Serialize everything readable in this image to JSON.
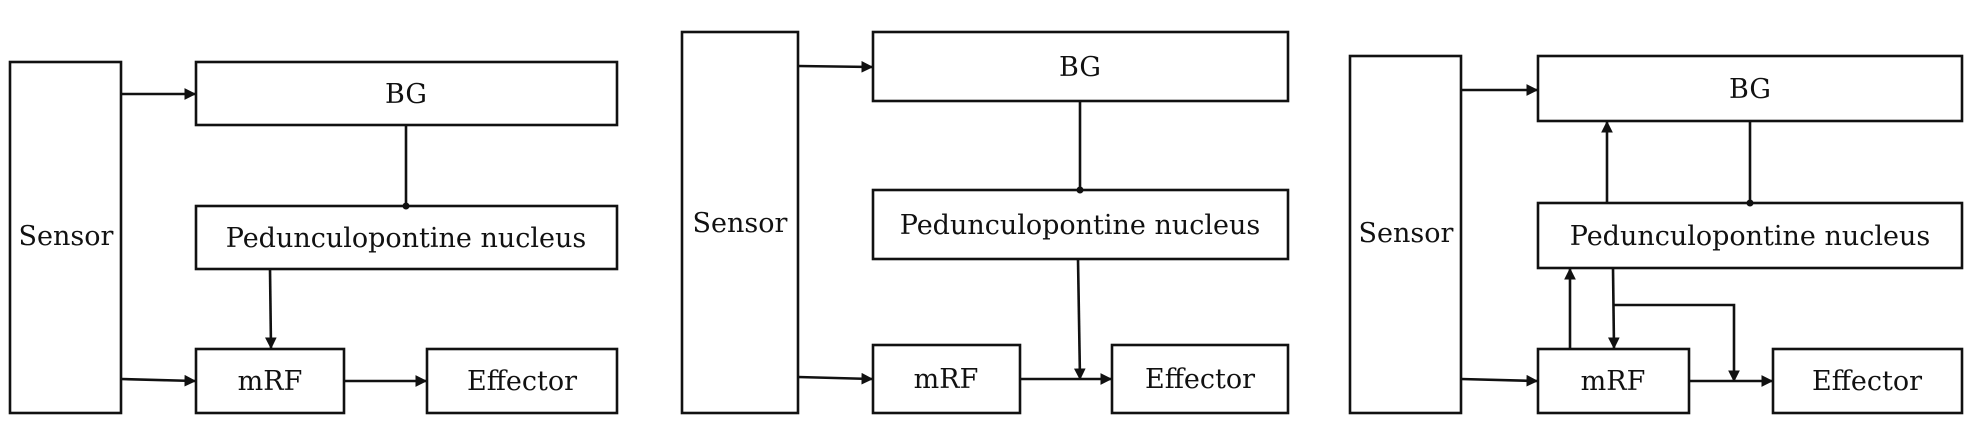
{
  "diagrams": [
    {
      "sensor": "Sensor",
      "bg": "BG",
      "ppn": "Pedunculopontine nucleus",
      "mrf": "mRF",
      "effector": "Effector"
    },
    {
      "sensor": "Sensor",
      "bg": "BG",
      "ppn": "Pedunculopontine nucleus",
      "mrf": "mRF",
      "effector": "Effector"
    },
    {
      "sensor": "Sensor",
      "bg": "BG",
      "ppn": "Pedunculopontine nucleus",
      "mrf": "mRF",
      "effector": "Effector"
    }
  ],
  "colors": {
    "stroke": "#111111",
    "background": "#ffffff"
  }
}
